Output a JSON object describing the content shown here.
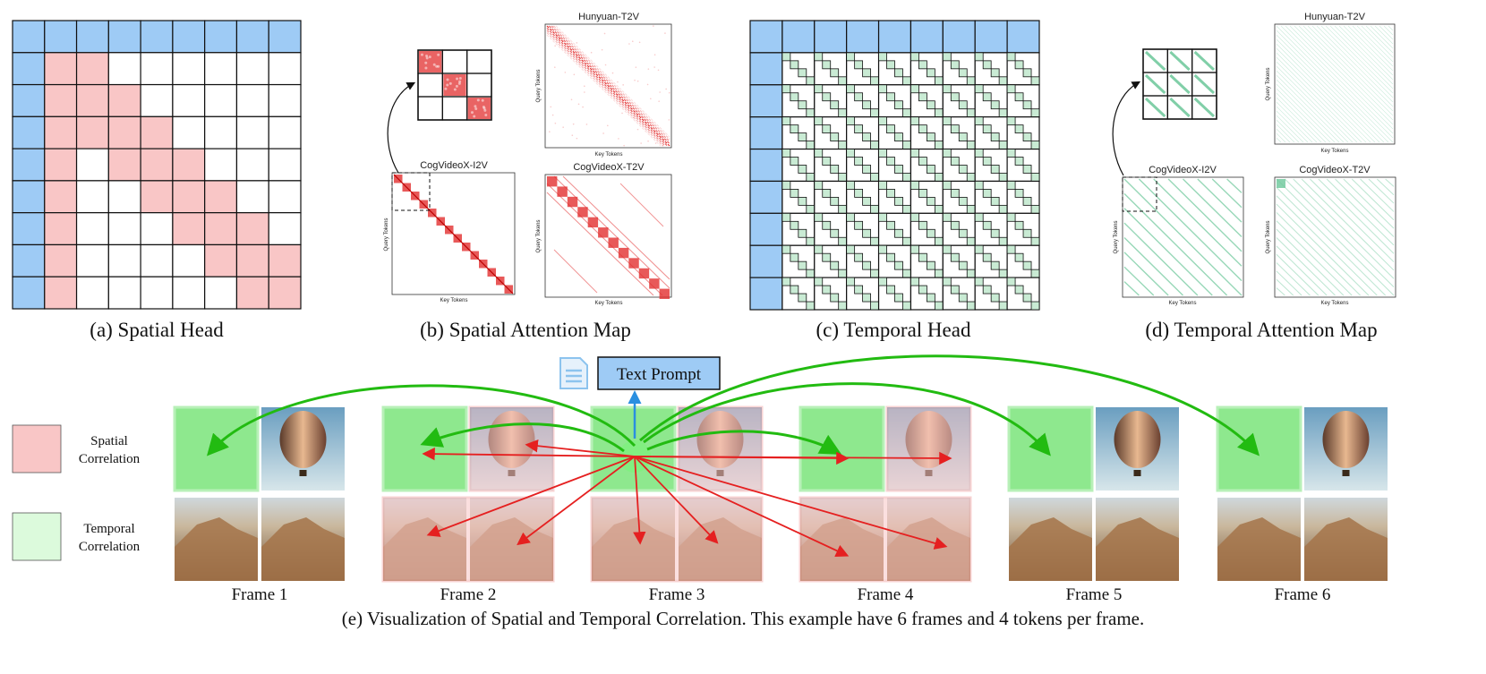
{
  "captions": {
    "a": "(a) Spatial Head",
    "b": "(b) Spatial Attention Map",
    "c": "(c) Temporal Head",
    "d": "(d) Temporal Attention Map",
    "e": "(e) Visualization of Spatial and Temporal Correlation. This example have 6 frames and 4 tokens per frame."
  },
  "spatial_head": {
    "size": 9,
    "pink_cells": [
      [
        1,
        1
      ],
      [
        1,
        2
      ],
      [
        2,
        1
      ],
      [
        2,
        2
      ],
      [
        2,
        3
      ],
      [
        3,
        1
      ],
      [
        3,
        2
      ],
      [
        3,
        3
      ],
      [
        3,
        4
      ],
      [
        4,
        1
      ],
      [
        4,
        3
      ],
      [
        4,
        4
      ],
      [
        4,
        5
      ],
      [
        5,
        1
      ],
      [
        5,
        4
      ],
      [
        5,
        5
      ],
      [
        5,
        6
      ],
      [
        6,
        1
      ],
      [
        6,
        5
      ],
      [
        6,
        6
      ],
      [
        6,
        7
      ],
      [
        7,
        1
      ],
      [
        7,
        6
      ],
      [
        7,
        7
      ],
      [
        7,
        8
      ],
      [
        8,
        1
      ],
      [
        8,
        7
      ],
      [
        8,
        8
      ]
    ]
  },
  "temporal_head": {
    "size": 9
  },
  "attention_maps": {
    "hunyuan_title": "Hunyuan-T2V",
    "cog_i2v_title": "CogVideoX-I2V",
    "cog_t2v_title": "CogVideoX-T2V",
    "xlabel": "Key Tokens",
    "ylabel": "Query Tokens"
  },
  "text_prompt": "Text Prompt",
  "legend": {
    "spatial_line1": "Spatial",
    "spatial_line2": "Correlation",
    "temporal_line1": "Temporal",
    "temporal_line2": "Correlation"
  },
  "frames": [
    "Frame 1",
    "Frame 2",
    "Frame 3",
    "Frame 4",
    "Frame 5",
    "Frame 6"
  ],
  "colors": {
    "header_blue": "#9ecbf5",
    "spatial_pink": "#f9c6c6",
    "temporal_green": "#c9ebd4",
    "arrow_green": "#22bb11",
    "arrow_red": "#e52020",
    "attn_red": "#e23030",
    "attn_green": "#6cc79a"
  }
}
